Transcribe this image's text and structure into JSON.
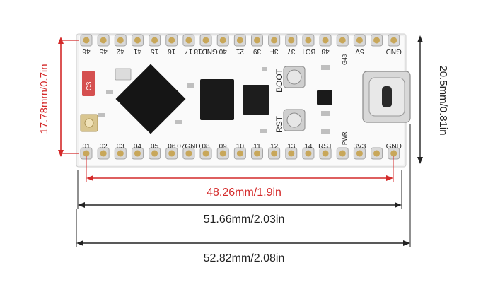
{
  "dimensions": {
    "height_pin_pitch": "17.78mm/0.7in",
    "height_board": "20.5mm/0.81in",
    "width_pin_span": "48.26mm/1.9in",
    "width_board": "51.66mm/2.03in",
    "width_overall": "52.82mm/2.08in"
  },
  "top_pins": [
    "46",
    "45",
    "42",
    "41",
    "15",
    "16",
    "17",
    "GND18",
    "40",
    "21",
    "39",
    "3F",
    "37",
    "BOT",
    "48",
    "",
    "5V",
    "",
    "GND"
  ],
  "bottom_pins": [
    "01",
    "02",
    "03",
    "04",
    "05",
    "06",
    "07GND",
    "08",
    "09",
    "10",
    "11",
    "12",
    "13",
    "14",
    "RST",
    "",
    "3V3",
    "",
    "GND"
  ],
  "silkscreen": {
    "boot": "BOOT",
    "rst": "RST",
    "c3": "C3",
    "g48": "G48",
    "pwr": "PWR"
  },
  "colors": {
    "red_dimension": "#d42a2a",
    "black_dimension": "#222222",
    "board": "#f4f4f4",
    "pin_gold": "#c8a75a"
  }
}
